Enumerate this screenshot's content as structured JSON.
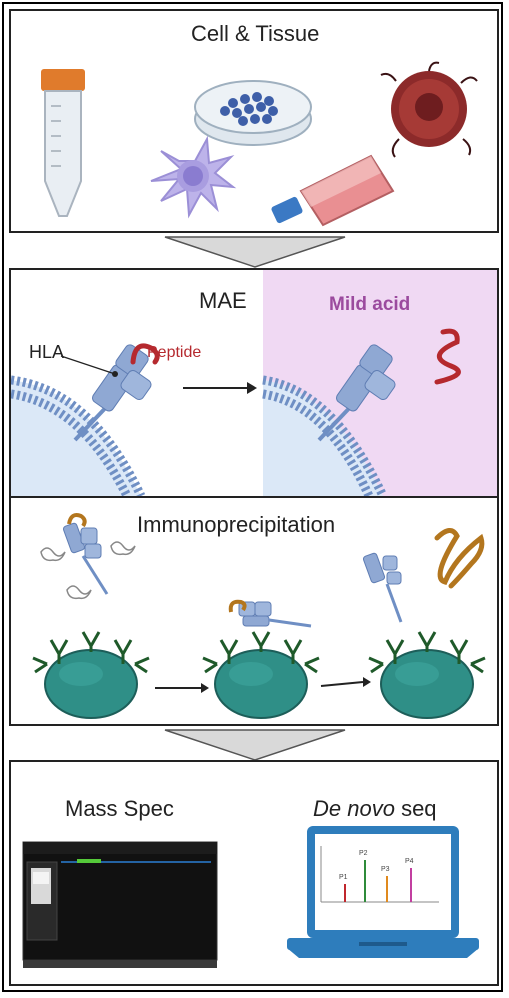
{
  "panels": {
    "cell_tissue": {
      "title": "Cell & Tissue"
    },
    "mae": {
      "title": "MAE",
      "hla_label": "HLA",
      "peptide_label": "Peptide",
      "mild_acid_label": "Mild acid"
    },
    "immuno": {
      "title": "Immunoprecipitation"
    },
    "ms": {
      "mass_spec_title": "Mass Spec",
      "denovo_italic": "De novo",
      "denovo_rest": " seq",
      "peaks": [
        "P1",
        "P2",
        "P3",
        "P4"
      ]
    }
  },
  "colors": {
    "hla_blue": "#8fa8d3",
    "peptide_red": "#b5292e",
    "mild_acid_bg": "#f0d9f3",
    "mild_acid_text": "#9b4a9e",
    "bead_teal": "#2f8f87",
    "antibody_green": "#1f5a2a",
    "laptop_blue": "#2e7dbc"
  }
}
